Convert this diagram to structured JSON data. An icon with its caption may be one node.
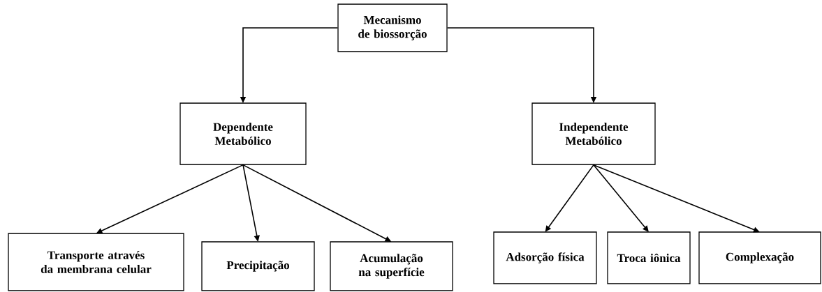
{
  "diagram": {
    "nodes": [
      {
        "text": [
          "Mecanismo de biossorção"
        ]
      },
      {
        "text": [
          "Dependente Metabólico"
        ]
      },
      {
        "text": [
          "Independente Metabólico"
        ]
      },
      {
        "text": [
          "Transporte através da membrana celular"
        ]
      },
      {
        "text": [
          "Precipitação"
        ]
      },
      {
        "text": [
          "Acumulação na superfície"
        ]
      },
      {
        "text": [
          "Adsorção física"
        ]
      },
      {
        "text": [
          "Troca iônica"
        ]
      },
      {
        "text": [
          "Complexação"
        ]
      }
    ],
    "edges": [
      {
        "from": 0,
        "to": 1,
        "arrow": "to"
      },
      {
        "from": 0,
        "to": 2,
        "arrow": "to"
      },
      {
        "from": 1,
        "to": 3,
        "arrow": "to"
      },
      {
        "from": 1,
        "to": 4,
        "arrow": "to"
      },
      {
        "from": 1,
        "to": 5,
        "arrow": "to"
      },
      {
        "from": 2,
        "to": 6,
        "arrow": "to"
      },
      {
        "from": 2,
        "to": 7,
        "arrow": "to"
      },
      {
        "from": 2,
        "to": 8,
        "arrow": "to"
      }
    ]
  }
}
